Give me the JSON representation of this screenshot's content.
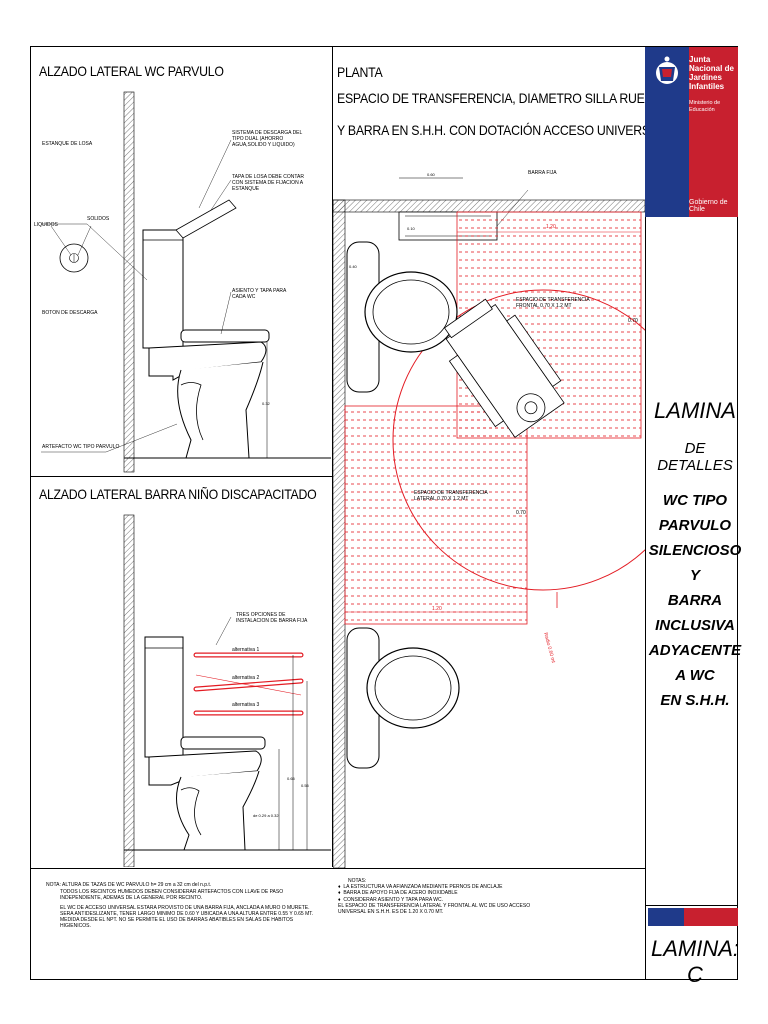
{
  "left_top": {
    "title": "ALZADO LATERAL WC PARVULO",
    "labels": {
      "estanque": "ESTANQUE DE LOSA",
      "liquidos": "LIQUIDOS",
      "solidos": "SOLIDOS",
      "boton": "BOTON DE DESCARGA",
      "sistema": "SISTEMA DE DESCARGA DEL TIPO DUAL (AHORRO AGUA,SOLIDO Y LIQUIDO)",
      "tapa": "TAPA DE LOSA DEBE CONTAR CON SISTEMA DE FIJACION A ESTANQUE",
      "asiento": "ASIENTO Y TAPA PARA CADA WC",
      "artefacto": "ARTEFACTO WC TIPO PARVULO"
    }
  },
  "left_bottom": {
    "title": "ALZADO LATERAL BARRA NIÑO DISCAPACITADO",
    "opciones": "TRES OPCIONES DE INSTALACION DE BARRA FIJA",
    "alt1": "alternativa 1",
    "alt2": "alternativa 2",
    "alt3": "alternativa 3"
  },
  "plan": {
    "title1": "PLANTA",
    "title2": "ESPACIO DE TRANSFERENCIA, DIAMETRO SILLA RUEDAS",
    "title3": "Y BARRA  EN S.H.H. CON DOTACIÓN ACCESO UNIVERSAL",
    "barra": "BARRA FIJA",
    "frontal": "ESPACIO DE TRANSFERENCIA FRONTAL 0.70 X 1.2 MT",
    "lateral": "ESPACIO DE TRANSFERENCIA LATERAL 0.70 X 1.2 MT",
    "d120a": "1.20",
    "d120b": "1.20",
    "d070a": "0.70",
    "d070b": "0.70",
    "radio": "Radio 0.60 mt"
  },
  "notes_left": {
    "l1": "NOTA: ALTURA DE TAZAS DE WC PARVULO h= 29 cm a 32 cm del n.p.t.",
    "l2": "TODOS LOS RECINTOS HUMEDOS DEBEN CONSIDERAR ARTEFACTOS CON LLAVE DE PASO INDEPENDIENTE, ADEMAS DE LA GENERAL POR RECINTO.",
    "l3": "EL WC DE ACCESO UNIVERSAL ESTARA PROVISTO DE UNA BARRA FIJA, ANCLADA A MURO O MURETE. SERA ANTIDESLIZANTE, TENER LARGO MINIMO DE 0.60 Y UBICADA A UNA ALTURA ENTRE 0.55 Y 0.65 MT. MEDIDA DESDE EL NPT. NO SE PERMITE EL USO DE BARRAS ABATIBLES EN SALAS DE HABITOS HIGIENICOS."
  },
  "notes_right": {
    "h": "NOTAS:",
    "b1": "LA ESTRUCTURA VA AFIANZADA MEDIANTE PERNOS DE ANCLAJE",
    "b2": "BARRA DE APOYO FIJA DE ACERO INOXIDABLE",
    "b3": "CONSIDERAR ASIENTO Y TAPA PARA WC.",
    "l4": "EL ESPACIO DE TRANSFERENCIA LATERAL Y FRONTAL AL WC DE USO ACCESO UNIVERSAL EN S.H.H. ES DE 1.20 X 0.70 MT."
  },
  "logo": {
    "name": "Junta Nacional de Jardines Infantiles",
    "ministry": "Ministerio de Educación",
    "gob": "Gobierno de Chile"
  },
  "side": {
    "lamina": "LAMINA",
    "detalles": "DE DETALLES",
    "lines": [
      "WC TIPO",
      "PARVULO",
      "SILENCIOSO",
      "Y",
      "BARRA",
      "INCLUSIVA",
      "ADYACENTE",
      "A WC",
      "EN S.H.H."
    ],
    "lamina_c": "LAMINA: C"
  },
  "colors": {
    "red": "#e31b23",
    "blue": "#1f3a8a",
    "brand_red": "#c8202f"
  }
}
